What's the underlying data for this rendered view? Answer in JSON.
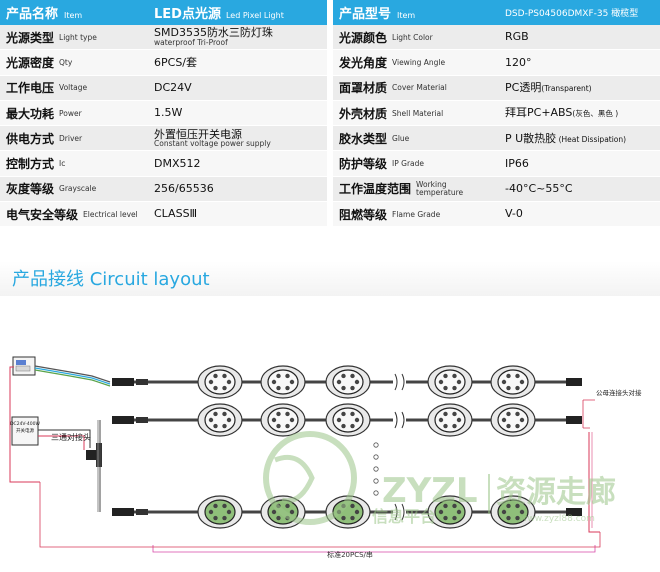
{
  "left_table": {
    "header": {
      "name_cn": "产品名称",
      "name_en": "Item",
      "value_cn": "LED点光源",
      "value_en": "Led Pixel Light"
    },
    "rows": [
      {
        "cn": "光源类型",
        "en": "Light type",
        "value": "SMD3535防水三防灯珠",
        "sub": "waterproof Tri-Proof"
      },
      {
        "cn": "光源密度",
        "en": "Qty",
        "value": "6PCS/套",
        "sub": ""
      },
      {
        "cn": "工作电压",
        "en": "Voltage",
        "value": "DC24V",
        "sub": ""
      },
      {
        "cn": "最大功耗",
        "en": "Power",
        "value": "1.5W",
        "sub": ""
      },
      {
        "cn": "供电方式",
        "en": "Driver",
        "value": "外置恒压开关电源",
        "sub": "Constant voltage power supply"
      },
      {
        "cn": "控制方式",
        "en": "Ic",
        "value": "DMX512",
        "sub": ""
      },
      {
        "cn": "灰度等级",
        "en": "Grayscale",
        "value": "256/65536",
        "sub": ""
      },
      {
        "cn": "电气安全等级",
        "en": "Electrical level",
        "value": "CLASSⅢ",
        "sub": ""
      }
    ]
  },
  "right_table": {
    "header": {
      "name_cn": "产品型号",
      "name_en": "Item",
      "value": "DSD-PS04506DMXF-35 橄榄型"
    },
    "rows": [
      {
        "cn": "光源颜色",
        "en": "Light Color",
        "value": "RGB",
        "value_small": ""
      },
      {
        "cn": "发光角度",
        "en": "Viewing Angle",
        "value": "120°",
        "value_small": ""
      },
      {
        "cn": "面罩材质",
        "en": "Cover Material",
        "value": "PC透明",
        "value_small": "(Transparent)"
      },
      {
        "cn": "外壳材质",
        "en": "Shell Material",
        "value": "拜耳PC+ABS",
        "value_small": "(灰色、黑色 )"
      },
      {
        "cn": "胶水类型",
        "en": "Glue",
        "value": "P U散热胶",
        "value_small": " (Heat Dissipation)"
      },
      {
        "cn": "防护等级",
        "en": "IP Grade",
        "value": "IP66",
        "value_small": ""
      },
      {
        "cn": "工作温度范围",
        "en": "Working temperature",
        "value": "-40°C~55°C",
        "value_small": ""
      },
      {
        "cn": "阻燃等级",
        "en": "Flame Grade",
        "value": "V-0",
        "value_small": ""
      }
    ]
  },
  "section_title": "产品接线 Circuit layout",
  "diagram": {
    "label_tee": "三通对接头",
    "label_male": "公母连接头对接",
    "label_standard": "标准20PCS/串",
    "psu_text_1": "DC24V-400W",
    "psu_text_2": "开关电源"
  },
  "watermark": {
    "brand": "ZYZL",
    "cn": "资源走廊",
    "sub_left": "信息平台",
    "url": "www.zyzl88.com"
  },
  "colors": {
    "accent": "#29a8e0",
    "row_odd": "#ececec",
    "row_even": "#f7f7f7",
    "wire_red": "#d83a5a",
    "wire_pink": "#e98fb0",
    "node_green": "#8fbf7a",
    "watermark": "#9cc58a"
  }
}
